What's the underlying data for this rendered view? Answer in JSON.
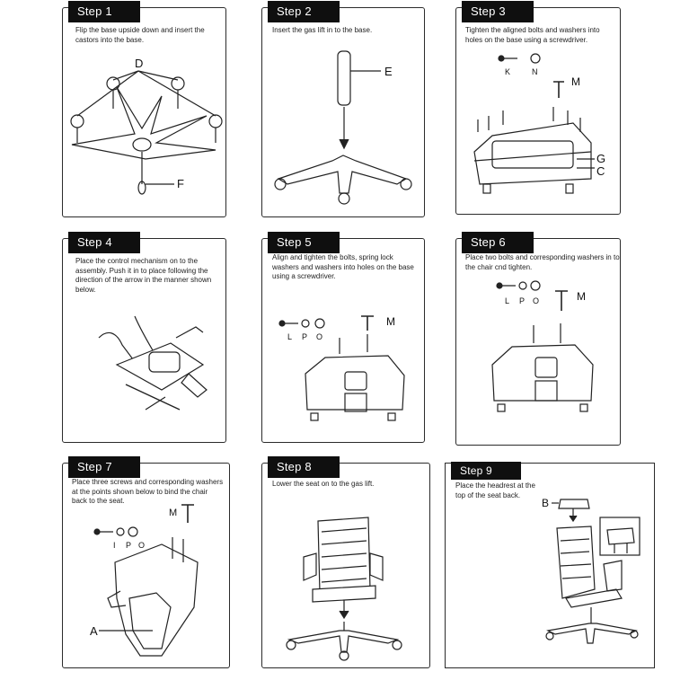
{
  "steps": [
    {
      "title": "Step 1",
      "text": "Flip the base upside down and insert the castors into the base.",
      "labels": [
        "D",
        "F"
      ]
    },
    {
      "title": "Step 2",
      "text": "Insert the gas lift in to the base.",
      "labels": [
        "E"
      ]
    },
    {
      "title": "Step 3",
      "text": "Tighten the aligned bolts and washers into holes on the base using a screwdriver.",
      "labels": [
        "K",
        "N",
        "M",
        "G",
        "C"
      ]
    },
    {
      "title": "Step 4",
      "text": "Place the control mechanism on to the assembly. Push it in to place following the direction of the arrow in the manner shown below.",
      "labels": []
    },
    {
      "title": "Step 5",
      "text": "Align and tighten the bolts, spring lock washers and washers into holes on the base using a screwdriver.",
      "labels": [
        "L",
        "P",
        "O",
        "M"
      ]
    },
    {
      "title": "Step 6",
      "text": "Place two bolts and corresponding washers in to the chair cnd tighten.",
      "labels": [
        "L",
        "P",
        "O",
        "M"
      ]
    },
    {
      "title": "Step 7",
      "text": "Place three screws and corresponding washers at the points shown below to bind the chair back to the seat.",
      "labels": [
        "M",
        "I",
        "P",
        "O",
        "A"
      ]
    },
    {
      "title": "Step 8",
      "text": "Lower the seat on to the gas lift.",
      "labels": []
    },
    {
      "title": "Step 9",
      "text": "Place the headrest at the top of the seat back.",
      "labels": [
        "B"
      ]
    }
  ]
}
